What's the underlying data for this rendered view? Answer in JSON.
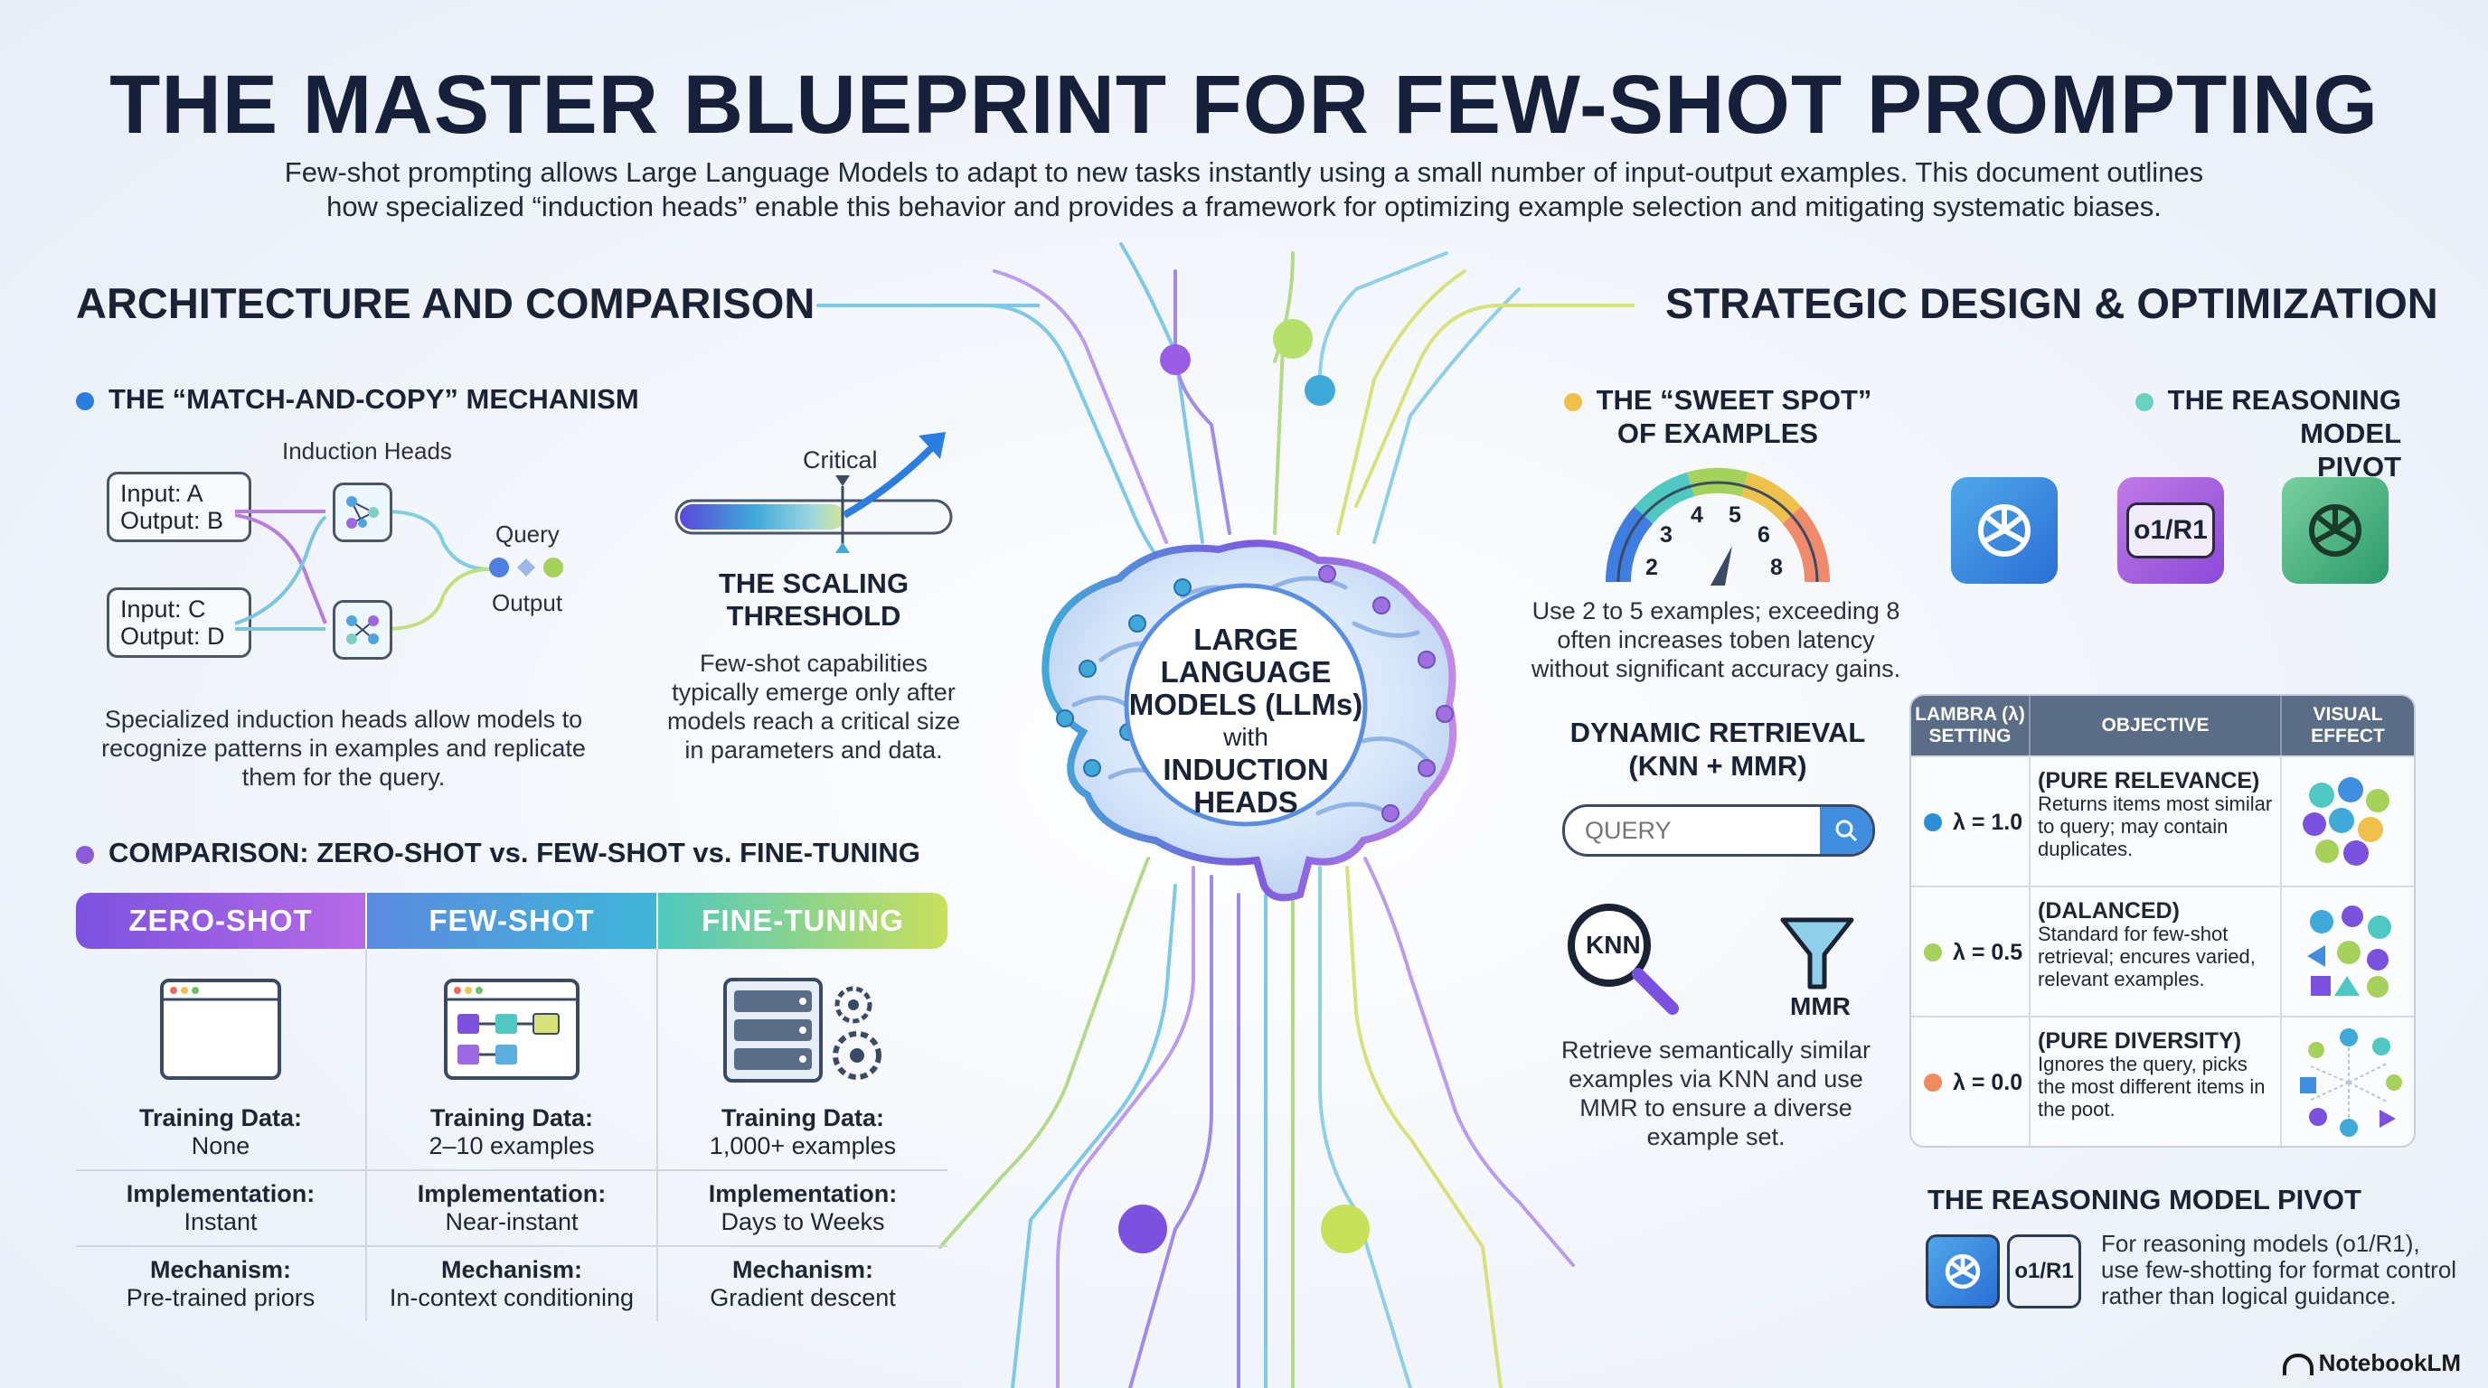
{
  "title": "THE MASTER BLUEPRINT FOR FEW-SHOT PROMPTING",
  "subtitle": "Few-shot prompting allows Large Language Models to adapt to new tasks instantly using a small number of input-output examples. This document outlines how specialized “induction heads” enable this behavior and provides a framework for optimizing example selection and mitigating systematic biases.",
  "left": {
    "heading": "ARCHITECTURE AND COMPARISON",
    "mechanism": {
      "heading": "THE “MATCH-AND-COPY” MECHANISM",
      "induction_label": "Induction Heads",
      "input_a": "Input: A",
      "output_b": "Output: B",
      "input_c": "Input: C",
      "output_d": "Output: D",
      "query_label": "Query",
      "output_label": "Output",
      "caption": "Specialized induction heads allow models to recognize patterns in examples and replicate them for the query."
    },
    "scaling": {
      "critical_label": "Critical",
      "heading_line1": "THE SCALING",
      "heading_line2": "THRESHOLD",
      "caption": "Few-shot capabilities typically emerge only after models reach a critical size in parameters and data."
    },
    "comparison": {
      "heading": "COMPARISON: ZERO-SHOT vs. FEW-SHOT vs. FINE-TUNING",
      "columns": [
        {
          "label": "ZERO-SHOT",
          "training_label": "Training Data:",
          "training": "None",
          "impl_label": "Implementation:",
          "impl": "Instant",
          "mech_label": "Mechanism:",
          "mech": "Pre-trained priors"
        },
        {
          "label": "FEW-SHOT",
          "training_label": "Training Data:",
          "training": "2–10 examples",
          "impl_label": "Implementation:",
          "impl": "Near-instant",
          "mech_label": "Mechanism:",
          "mech": "In-context conditioning"
        },
        {
          "label": "FINE-TUNING",
          "training_label": "Training Data:",
          "training": "1,000+ examples",
          "impl_label": "Implementation:",
          "impl": "Days to Weeks",
          "mech_label": "Mechanism:",
          "mech": "Gradient descent"
        }
      ]
    }
  },
  "center": {
    "line1": "LARGE",
    "line2": "LANGUAGE",
    "line3": "MODELS (LLMs)",
    "line4": "with",
    "line5": "INDUCTION",
    "line6": "HEADS"
  },
  "right": {
    "heading": "STRATEGIC DESIGN & OPTIMIZATION",
    "sweet_spot": {
      "heading_line1": "THE “SWEET SPOT”",
      "heading_line2": "OF EXAMPLES",
      "gauge_labels": [
        "2",
        "3",
        "4",
        "5",
        "6",
        "8"
      ],
      "caption": "Use 2 to 5 examples; exceeding 8 often increases toben latency without significant accuracy gains."
    },
    "pivot_top": {
      "heading_line1": "THE REASONING MODEL",
      "heading_line2": "PIVOT",
      "o1_label": "o1/R1"
    },
    "retrieval": {
      "heading_line1": "DYNAMIC RETRIEVAL",
      "heading_line2": "(KNN + MMR)",
      "query_placeholder": "QUERY",
      "knn_label": "KNN",
      "mmr_label": "MMR",
      "caption": "Retrieve semantically similar examples via KNN and use MMR to ensure a diverse example set."
    },
    "table": {
      "headers": [
        "LAMBRA (λ) SETTING",
        "OBJECTIVE",
        "VISUAL EFFECT"
      ],
      "rows": [
        {
          "lambda": "λ = 1.0",
          "title": "(PURE RELEVANCE)",
          "desc": "Returns items most similar to query; may contain duplicates.",
          "color": "#2b8fd6"
        },
        {
          "lambda": "λ = 0.5",
          "title": "(DALANCED)",
          "desc": "Standard for few-shot retrieval; encures varied, relevant examples.",
          "color": "#a6d15a"
        },
        {
          "lambda": "λ = 0.0",
          "title": "(PURE DIVERSITY)",
          "desc": "Ignores the query, picks the most different items in the poot.",
          "color": "#ef8a5a"
        }
      ]
    },
    "pivot_bottom": {
      "heading": "THE REASONING MODEL PIVOT",
      "o1_label": "o1/R1",
      "caption": "For reasoning models (o1/R1), use few-shotting for format control rather than logical guidance."
    }
  },
  "brand": "NotebookLM",
  "colors": {
    "zero_shot": "#7b52e0",
    "few_shot": "#3fa9d8",
    "fine_tuning": "#8fd36a",
    "accent_blue": "#2b8fd6",
    "dark_text": "#1a2236"
  }
}
